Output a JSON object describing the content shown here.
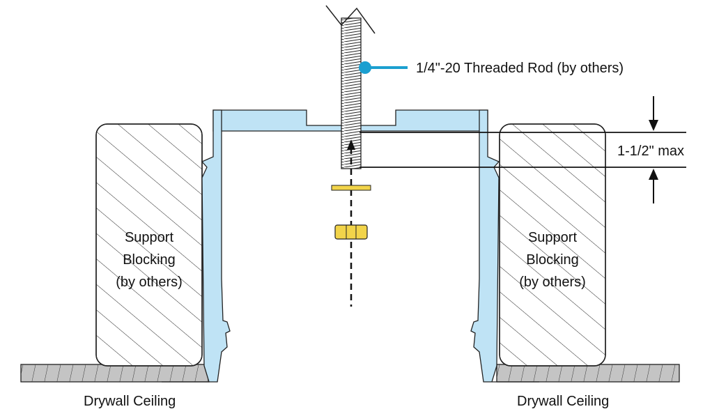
{
  "labels": {
    "rod": "1/4\"-20 Threaded Rod (by others)",
    "dimension": "1-1/2\" max",
    "blocking_left": [
      "Support",
      "Blocking",
      "(by others)"
    ],
    "blocking_right": [
      "Support",
      "Blocking",
      "(by others)"
    ],
    "ceiling_left": "Drywall Ceiling",
    "ceiling_right": "Drywall Ceiling"
  },
  "colors": {
    "bracket": "#bfe3f5",
    "callout": "#1b9fd0",
    "hardware": "#f2d44a",
    "drywall": "#c4c4c4",
    "line": "#111111"
  },
  "icons": {
    "washer": "washer-icon",
    "nut": "hex-nut-icon"
  }
}
